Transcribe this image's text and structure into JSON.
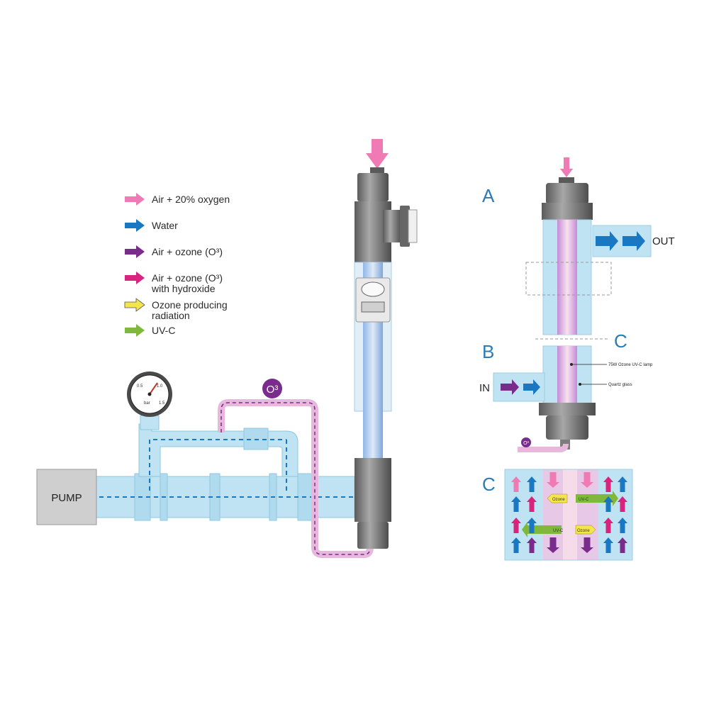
{
  "colors": {
    "air_oxygen": "#f07ab4",
    "water": "#1a78c2",
    "air_ozone": "#7a2c8c",
    "air_ozone_hydroxide": "#d9247f",
    "ozone_radiation": "#f4e64a",
    "uvc": "#7fb83a",
    "pipe": "#bfe3f2",
    "pump": "#cfcfcf",
    "unit_gray": "#7d7d7d",
    "accent_blue": "#2b7bb5"
  },
  "legend": [
    {
      "label_line1": "Air + 20% oxygen",
      "label_line2": "",
      "icon": "pink-arrow-icon"
    },
    {
      "label_line1": "Water",
      "label_line2": "",
      "icon": "blue-arrow-icon"
    },
    {
      "label_line1": "Air + ozone (O³)",
      "label_line2": "",
      "icon": "purple-arrow-icon"
    },
    {
      "label_line1": "Air + ozone (O³)",
      "label_line2": "with hydroxide",
      "icon": "magenta-arrow-icon"
    },
    {
      "label_line1": "Ozone producing",
      "label_line2": "radiation",
      "icon": "yellow-arrow-icon"
    },
    {
      "label_line1": "UV-C",
      "label_line2": "",
      "icon": "green-arrow-icon"
    }
  ],
  "system": {
    "pump_label": "PUMP",
    "ozone_badge": "O³",
    "gauge": {
      "tick_labels": [
        "0.5",
        "1.0",
        "1.5"
      ],
      "unit": "bar"
    }
  },
  "detail": {
    "label_a": "A",
    "label_b": "B",
    "label_c_top": "C",
    "label_c_bottom": "C",
    "out_label": "OUT",
    "in_label": "IN",
    "lamp_label": "75W Ozone UV-C lamp",
    "glass_label": "Quartz glass",
    "small_badge": "O³"
  },
  "zoom": {
    "ozone_tag_left": "Ozone",
    "uvc_tag_right": "UV-C",
    "uvc_tag_left": "UV-C",
    "ozone_tag_right": "Ozone"
  }
}
